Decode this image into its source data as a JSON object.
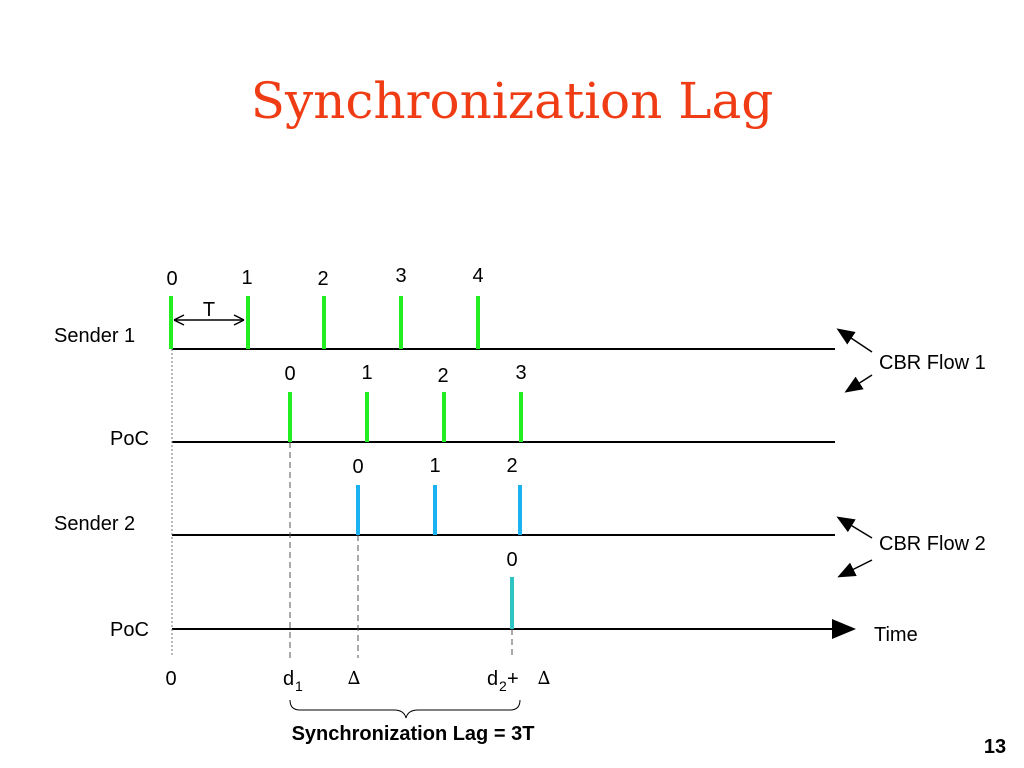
{
  "slide": {
    "title": "Synchronization Lag",
    "page_number": "13"
  },
  "rows": {
    "sender1": "Sender 1",
    "poc1": "PoC",
    "sender2": "Sender 2",
    "poc2": "PoC"
  },
  "ticks": {
    "sender1": [
      "0",
      "1",
      "2",
      "3",
      "4"
    ],
    "poc1": [
      "0",
      "1",
      "2",
      "3"
    ],
    "sender2": [
      "0",
      "1",
      "2"
    ],
    "poc2": [
      "0"
    ]
  },
  "period_label": "T",
  "flows": {
    "flow1": "CBR Flow 1",
    "flow2": "CBR Flow 2"
  },
  "time_axis": {
    "label": "Time",
    "origin": "0",
    "d1_main": "d",
    "d1_sub": "1",
    "delta_symbol": "∆",
    "d2_main": "d",
    "d2_sub": "2",
    "d2_plus": "+",
    "d2_delta": "∆"
  },
  "lag_caption": "Synchronization Lag = 3T",
  "colors": {
    "title": "#f03c14",
    "flow1_tick": "#22ee22",
    "flow2_tick": "#1ab2f0",
    "poc2_tick": "#2cc4c4"
  }
}
